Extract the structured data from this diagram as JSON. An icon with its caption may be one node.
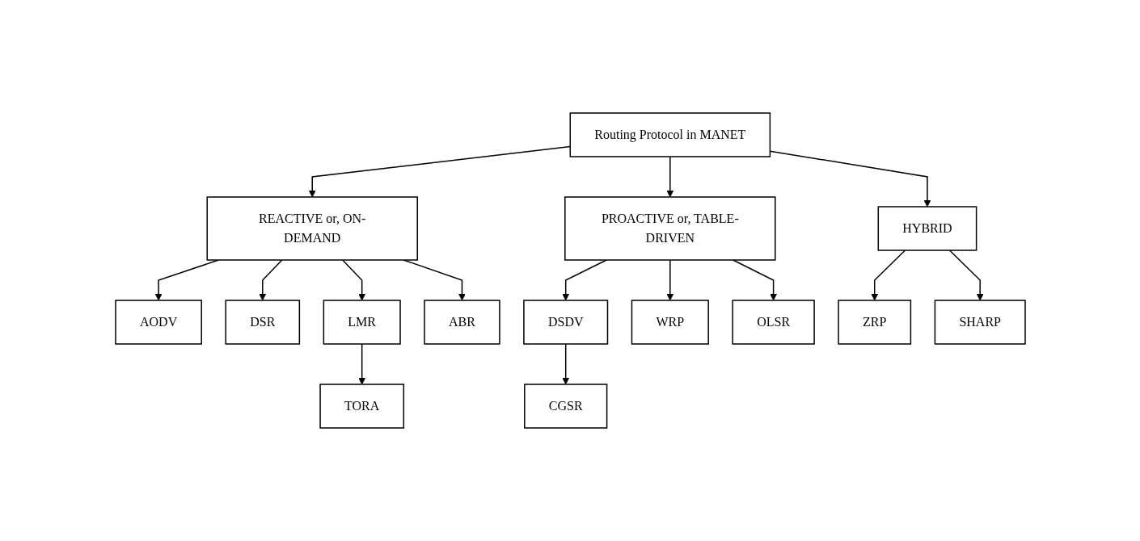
{
  "diagram": {
    "nodes": [
      {
        "text": [
          "Routing Protocol in MANET"
        ]
      },
      {
        "text": [
          "REACTIVE or, ON-DEMAND"
        ]
      },
      {
        "text": [
          "PROACTIVE or, TABLE-DRIVEN"
        ]
      },
      {
        "text": [
          "HYBRID"
        ]
      },
      {
        "text": [
          "AODV"
        ]
      },
      {
        "text": [
          "DSR"
        ]
      },
      {
        "text": [
          "LMR"
        ]
      },
      {
        "text": [
          "ABR"
        ]
      },
      {
        "text": [
          "DSDV"
        ]
      },
      {
        "text": [
          "WRP"
        ]
      },
      {
        "text": [
          "OLSR"
        ]
      },
      {
        "text": [
          "ZRP"
        ]
      },
      {
        "text": [
          "SHARP"
        ]
      },
      {
        "text": [
          "CGSR"
        ]
      },
      {
        "text": [
          "TORA"
        ]
      }
    ],
    "edges": [
      {
        "from": 0,
        "to": 1,
        "arrow": "to"
      },
      {
        "from": 0,
        "to": 2,
        "arrow": "to"
      },
      {
        "from": 0,
        "to": 3,
        "arrow": "to"
      },
      {
        "from": 1,
        "to": 4,
        "arrow": "to"
      },
      {
        "from": 1,
        "to": 5,
        "arrow": "to"
      },
      {
        "from": 1,
        "to": 6,
        "arrow": "to"
      },
      {
        "from": 1,
        "to": 7,
        "arrow": "to"
      },
      {
        "from": 2,
        "to": 8,
        "arrow": "to"
      },
      {
        "from": 2,
        "to": 9,
        "arrow": "to"
      },
      {
        "from": 2,
        "to": 10,
        "arrow": "to"
      },
      {
        "from": 3,
        "to": 11,
        "arrow": "to"
      },
      {
        "from": 3,
        "to": 12,
        "arrow": "to"
      },
      {
        "from": 8,
        "to": 13,
        "arrow": "to"
      },
      {
        "from": 6,
        "to": 14,
        "arrow": "to"
      }
    ]
  }
}
